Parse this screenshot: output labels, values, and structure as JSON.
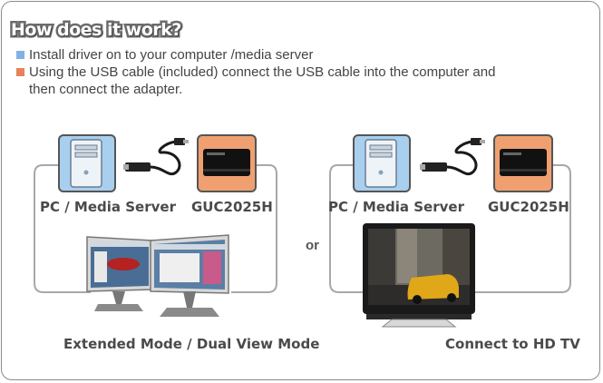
{
  "title": "How does it work?",
  "bullets": [
    {
      "text": "Install driver on to your computer /media server",
      "color": "#7fb2e5"
    },
    {
      "text": "Using the USB cable (included) connect the USB cable into the computer and then connect the adapter.",
      "color": "#e8825a"
    }
  ],
  "left": {
    "pc_label": "PC / Media Server",
    "adapter_label": "GUC2025H",
    "caption": "Extended  Mode / Dual View Mode"
  },
  "right": {
    "pc_label": "PC / Media Server",
    "adapter_label": "GUC2025H",
    "caption": "Connect to HD TV"
  },
  "or_label": "or",
  "colors": {
    "pc_card": "#a9cfee",
    "adapter_card": "#f0a070",
    "wire": "#a8a8a8"
  }
}
